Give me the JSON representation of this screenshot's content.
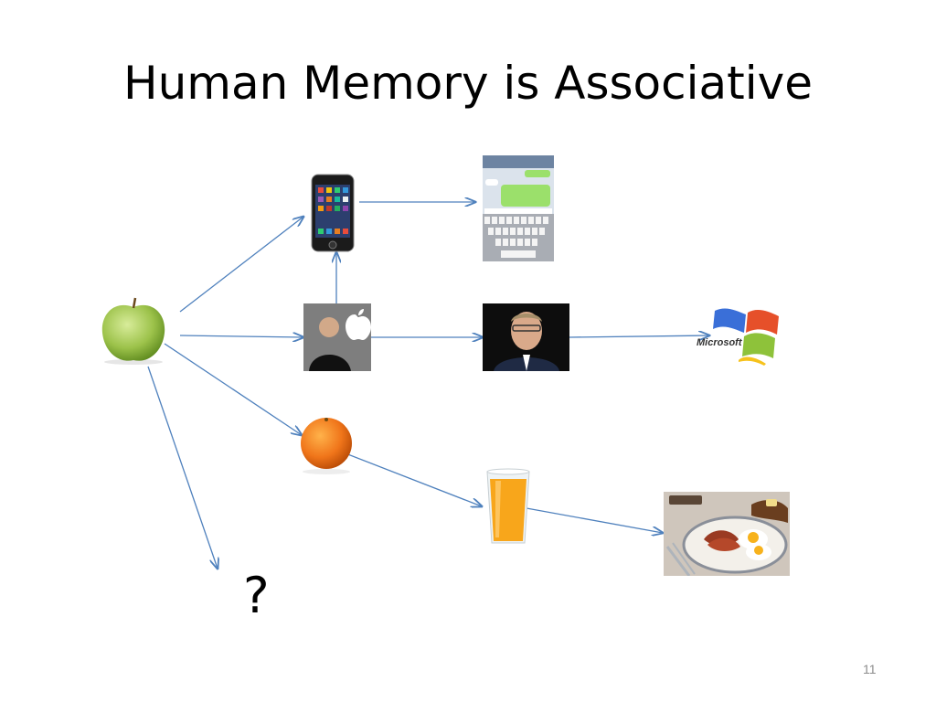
{
  "slide": {
    "title": "Human Memory is Associative",
    "question_mark": "?",
    "page_number": "11"
  },
  "nodes": {
    "apple": "green-apple",
    "phone": "iphone",
    "sms": "sms-screen",
    "jobs": "steve-jobs-apple-logo",
    "gates": "bill-gates",
    "microsoft": "microsoft-logo",
    "orange": "orange-fruit",
    "juice": "orange-juice-glass",
    "breakfast": "breakfast-plate"
  },
  "microsoft_logo_text": "Microsoft",
  "colors": {
    "arrow": "#4f81bd"
  }
}
